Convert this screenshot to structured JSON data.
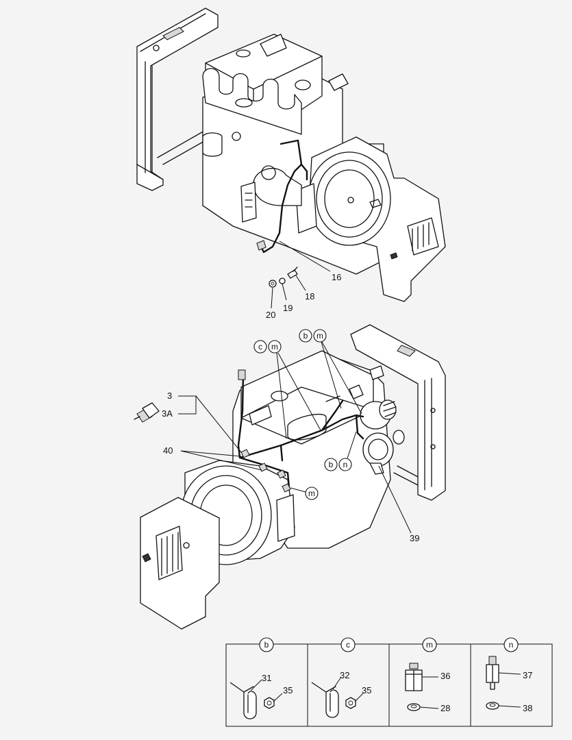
{
  "callouts_top": [
    "16",
    "18",
    "19",
    "20"
  ],
  "callouts_bottom": [
    "3",
    "3A",
    "40",
    "39"
  ],
  "letter_bubbles": {
    "pair_cm": [
      "c",
      "m"
    ],
    "pair_bm": [
      "b",
      "m"
    ],
    "pair_bn": [
      "b",
      "n"
    ],
    "single_m": "m"
  },
  "detail_panels": [
    {
      "letter": "b",
      "parts": [
        "31",
        "35"
      ]
    },
    {
      "letter": "c",
      "parts": [
        "32",
        "35"
      ]
    },
    {
      "letter": "m",
      "parts": [
        "36",
        "28"
      ]
    },
    {
      "letter": "n",
      "parts": [
        "37",
        "38"
      ]
    }
  ]
}
